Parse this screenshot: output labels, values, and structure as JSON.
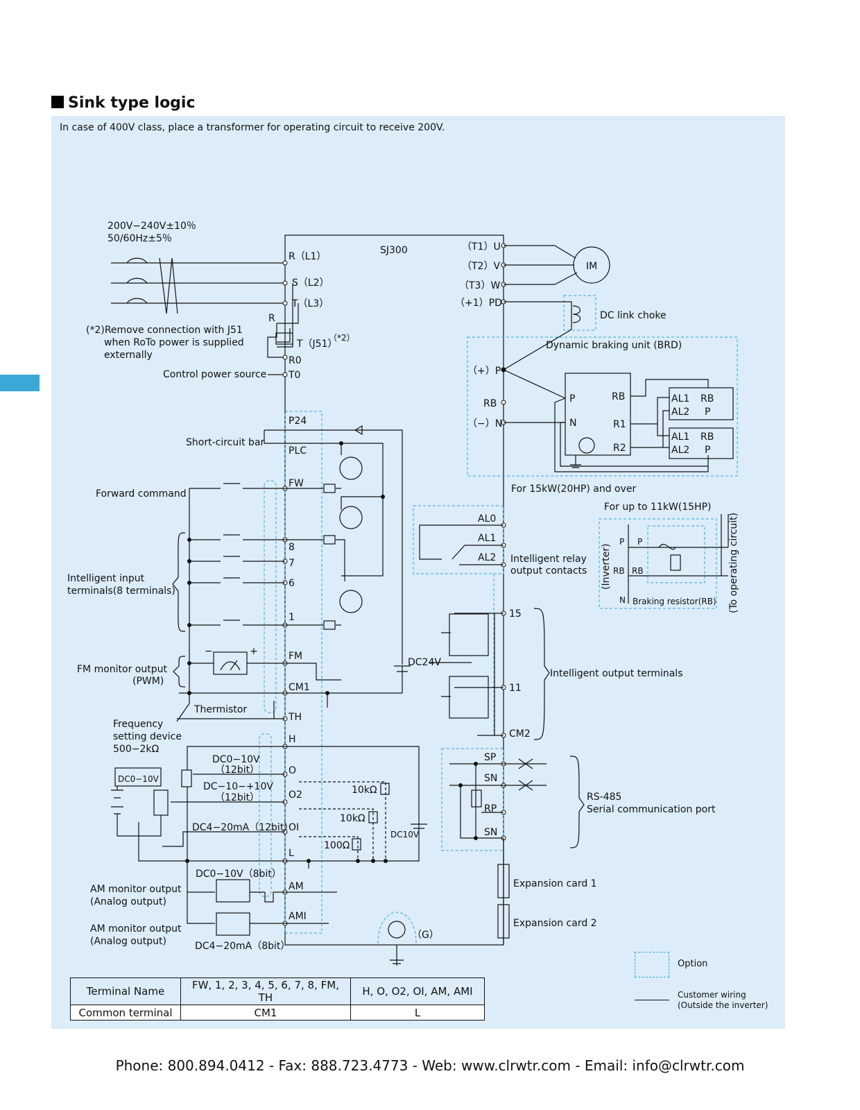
{
  "heading": "Sink type logic",
  "note": "In case of 400V class, place a transformer for operating circuit to receive 200V.",
  "supply": [
    "200V−240V±10％",
    "50/60Hz±5％"
  ],
  "model": "SJ300",
  "power_terminals": [
    "R（L1）",
    "S（L2）",
    "T（L3）",
    "R",
    "T（J51）",
    "（*2）",
    "R0",
    "T0"
  ],
  "j51_note": [
    "(*2)Remove connection with J51",
    "when RoTo power is supplied",
    "externally"
  ],
  "control_power": "Control power source",
  "output_terminals": [
    "（T1）U",
    "（T2）V",
    "（T3）W",
    "（+1）PD",
    "（+）P",
    "RB",
    "（−）N"
  ],
  "motor": "IM",
  "dc_choke": "DC link choke",
  "brd": {
    "title": "Dynamic braking unit (BRD)",
    "p": "P",
    "n": "N",
    "rb": "RB",
    "r1": "R1",
    "r2": "R2",
    "al1": "AL1",
    "al2": "AL2",
    "rb2": "RB",
    "pp": "P",
    "note": "For 15kW(20HP) and over"
  },
  "rb_detail": {
    "title": "For up to 11kW(15HP)",
    "inverter": "(Inverter)",
    "to_circuit": "(To operating circuit)",
    "p": "P",
    "rb": "RB",
    "n": "N",
    "resistor": "Braking resistor(RB)"
  },
  "input_terminals": [
    "P24",
    "PLC",
    "FW",
    "8",
    "7",
    "6",
    "1",
    "FM",
    "CM1",
    "TH",
    "H",
    "O",
    "O2",
    "OI",
    "L",
    "AM",
    "AMI"
  ],
  "labels": {
    "short_bar": "Short-circuit bar",
    "forward": "Forward command",
    "intelligent_in": [
      "Intelligent input",
      "terminals(8 terminals)"
    ],
    "fm_out": [
      "FM monitor output",
      "(PWM)"
    ],
    "thermistor": "Thermistor",
    "freq": [
      "Frequency",
      "setting device",
      "500−2kΩ"
    ],
    "dc24": "DC24V",
    "dc10": "DC10V",
    "dc0_10": "DC0−10V",
    "o_range": [
      "DC0−10V",
      "（12bit）"
    ],
    "o2_range": [
      "DC−10−+10V",
      "（12bit）"
    ],
    "oi_range": "DC4−20mA（12bit）",
    "am_range": "DC0−10V（8bit）",
    "ami_range": "DC4−20mA（8bit）",
    "am_out": [
      "AM monitor output",
      "(Analog output)"
    ],
    "ami_out": [
      "AM monitor output",
      "(Analog output)"
    ],
    "r10k_a": "10kΩ",
    "r10k_b": "10kΩ",
    "r100": "100Ω",
    "ground": "（G）",
    "plus": "+",
    "minus": "−"
  },
  "relay": {
    "terms": [
      "AL0",
      "AL1",
      "AL2"
    ],
    "label": [
      "Intelligent relay",
      "output contacts"
    ]
  },
  "output_intelligent": {
    "terms": [
      "15",
      "11",
      "CM2"
    ],
    "label": "Intelligent output terminals"
  },
  "rs485": {
    "terms": [
      "SP",
      "SN",
      "RP",
      "SN"
    ],
    "label": [
      "RS-485",
      "Serial communication port"
    ]
  },
  "expansion": [
    "Expansion card 1",
    "Expansion card 2"
  ],
  "table": {
    "header": [
      "Terminal Name",
      "FW, 1, 2, 3, 4, 5, 6, 7, 8, FM, TH",
      "H, O, O2, OI, AM, AMI"
    ],
    "row": [
      "Common terminal",
      "CM1",
      "L"
    ]
  },
  "legend": {
    "option": "Option",
    "customer": [
      "Customer wiring",
      "(Outside the inverter)"
    ]
  },
  "footer": "Phone: 800.894.0412 - Fax: 888.723.4773 - Web: www.clrwtr.com - Email: info@clrwtr.com"
}
